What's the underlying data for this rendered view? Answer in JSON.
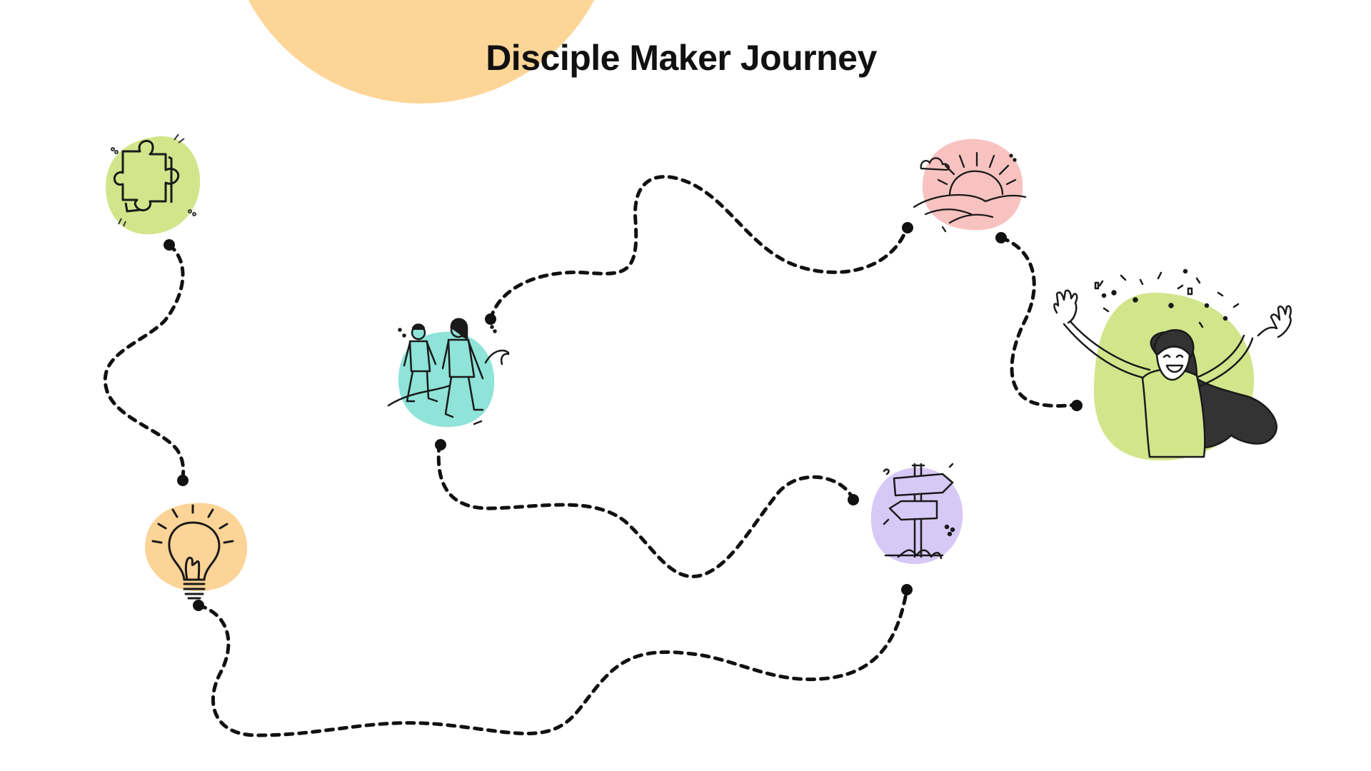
{
  "title": "Disciple Maker Journey",
  "colors": {
    "background": "#ffffff",
    "sun_blob": "#fdd597",
    "path_stroke": "#111111",
    "blob_green": "#d2e58b",
    "blob_orange": "#fcd497",
    "blob_teal": "#8fe3d9",
    "blob_lavender": "#d7c9f6",
    "blob_pink": "#f8c2c0",
    "blob_green_large": "#d2e58b"
  },
  "stages": [
    {
      "icon": "puzzle-piece-icon",
      "color": "blob_green"
    },
    {
      "icon": "light-bulb-icon",
      "color": "blob_orange"
    },
    {
      "icon": "signpost-icon",
      "color": "blob_lavender"
    },
    {
      "icon": "walking-people-icon",
      "color": "blob_teal"
    },
    {
      "icon": "sunrise-icon",
      "color": "blob_pink"
    },
    {
      "icon": "celebrating-person-icon",
      "color": "blob_green_large"
    }
  ]
}
